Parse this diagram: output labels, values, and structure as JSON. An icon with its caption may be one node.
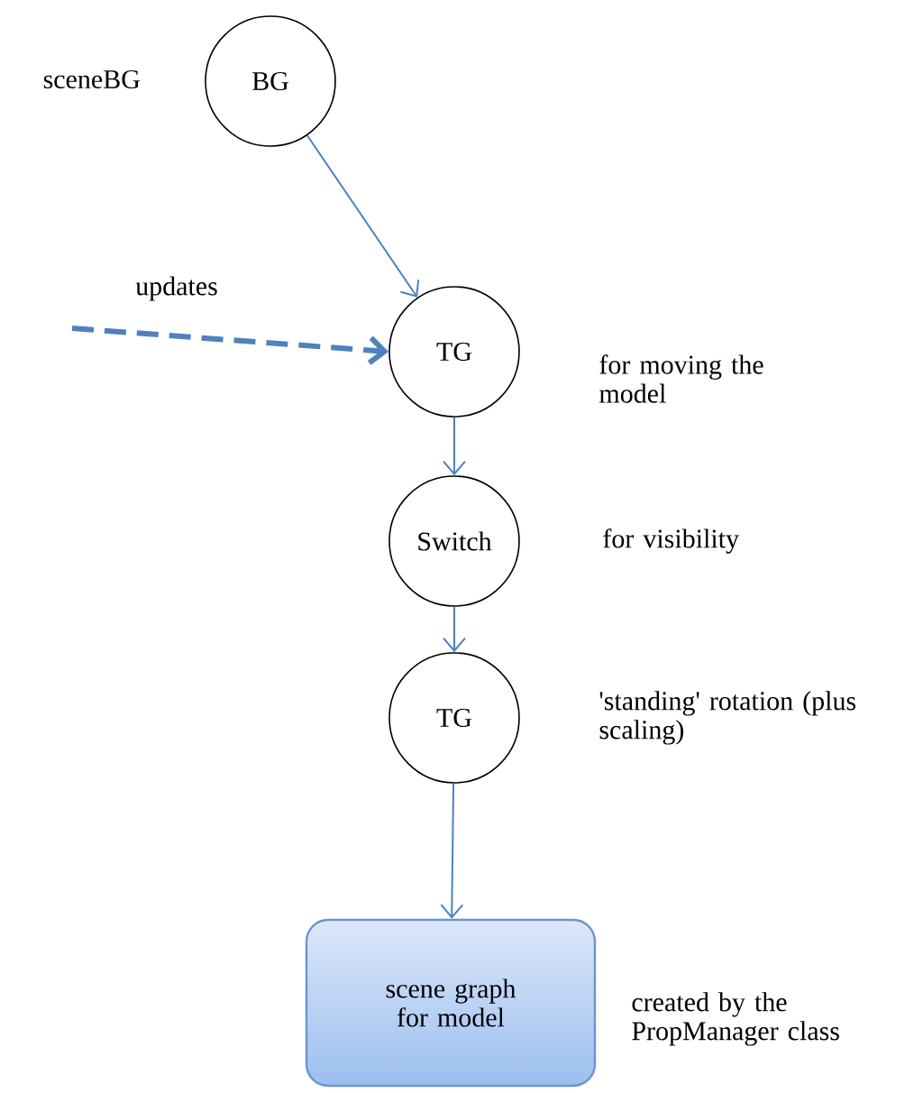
{
  "diagram": {
    "nodes": [
      {
        "text": [
          "BG"
        ],
        "beside": [
          "sceneBG"
        ]
      },
      {
        "text": [
          "TG"
        ],
        "beside": [
          "for moving the model"
        ]
      },
      {
        "text": [
          "Switch"
        ],
        "beside": [
          "for visibility"
        ]
      },
      {
        "text": [
          "TG"
        ],
        "beside": [
          "'standing' rotation (plus scaling)"
        ]
      },
      {
        "text": [
          "scene graph for model"
        ],
        "beside": [
          "created by the PropManager class"
        ]
      }
    ],
    "edges": [
      {
        "from": 0,
        "to": 1,
        "arrow": "to"
      },
      {
        "from": null,
        "to": 1,
        "arrow": "to",
        "label": "updates",
        "style": "dashed"
      },
      {
        "from": 1,
        "to": 2,
        "arrow": "to"
      },
      {
        "from": 2,
        "to": 3,
        "arrow": "to"
      },
      {
        "from": 3,
        "to": 4,
        "arrow": "to"
      }
    ]
  }
}
